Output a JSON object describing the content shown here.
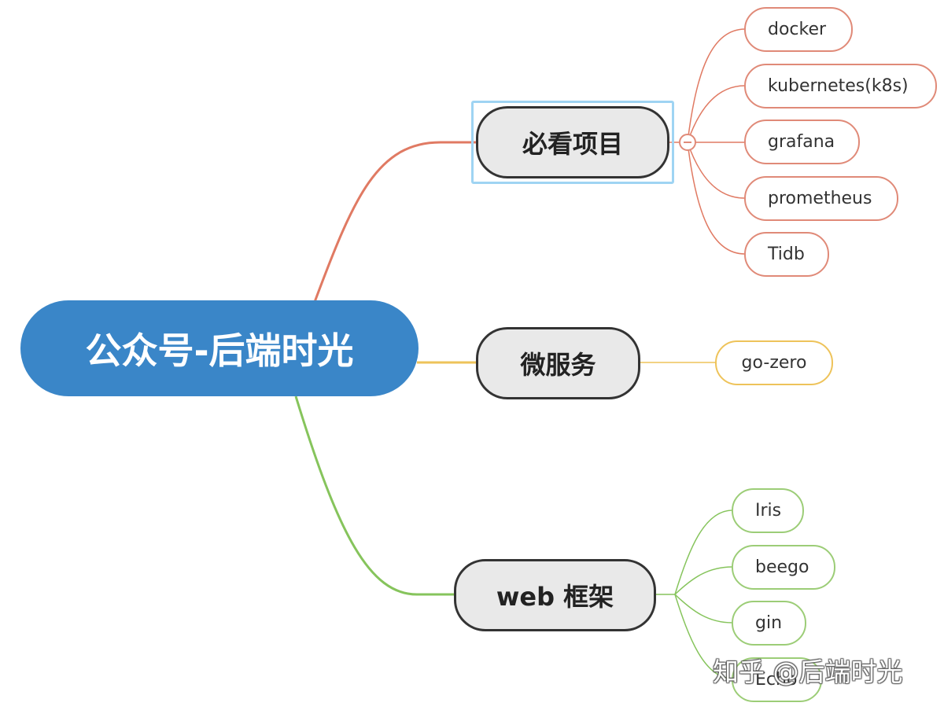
{
  "root": {
    "label": "公众号-后端时光",
    "color": "#3a86c8"
  },
  "branches": [
    {
      "label": "必看项目",
      "color": "#e07a63",
      "children": [
        "docker",
        "kubernetes(k8s)",
        "grafana",
        "prometheus",
        "Tidb"
      ]
    },
    {
      "label": "微服务",
      "color": "#eec35a",
      "children": [
        "go-zero"
      ]
    },
    {
      "label": "web 框架",
      "color": "#86c45c",
      "children": [
        "Iris",
        "beego",
        "gin",
        "Echo"
      ]
    }
  ],
  "watermark": "知乎 @后端时光"
}
